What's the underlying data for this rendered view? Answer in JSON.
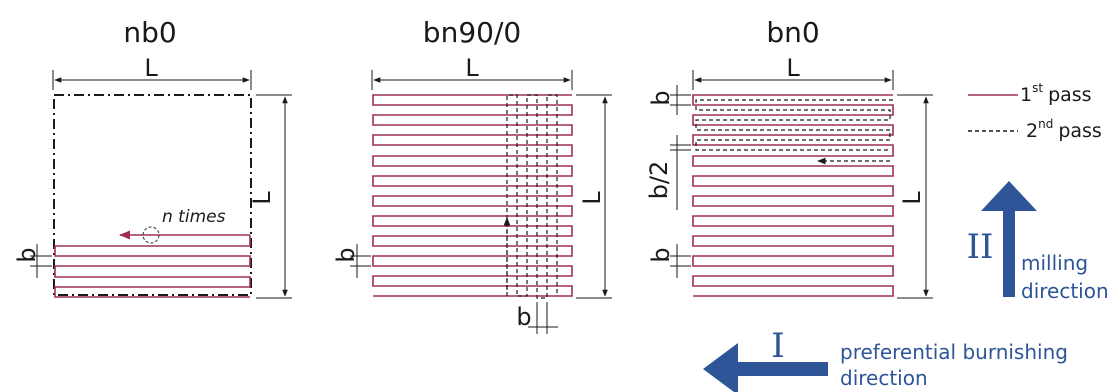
{
  "colors": {
    "first_pass": "#a0304e",
    "second_pass": "#1a1a1a",
    "direction_arrow": "#2e5597",
    "direction_text": "#3a5c9a"
  },
  "diagrams": {
    "nb0": {
      "title": "nb0",
      "dim_top": "L",
      "dim_side": "L",
      "dim_b": "b",
      "annotation": "n times"
    },
    "bn90": {
      "title": "bn90/0",
      "dim_top": "L",
      "dim_side": "L",
      "dim_b_left": "b",
      "dim_b_bottom": "b"
    },
    "bn0": {
      "title": "bn0",
      "dim_top": "L",
      "dim_side": "L",
      "dim_b_top": "b",
      "dim_b_half": "b/2",
      "dim_b_low": "b"
    }
  },
  "legend": {
    "first_pass": {
      "num": "1",
      "sup": "st",
      "word": "pass"
    },
    "second_pass": {
      "num": "2",
      "sup": "nd",
      "word": "pass"
    }
  },
  "directions": {
    "milling": {
      "numeral": "II",
      "line1": "milling",
      "line2": "direction"
    },
    "burnishing": {
      "numeral": "I",
      "line1": "preferential burnishing",
      "line2": "direction"
    }
  }
}
